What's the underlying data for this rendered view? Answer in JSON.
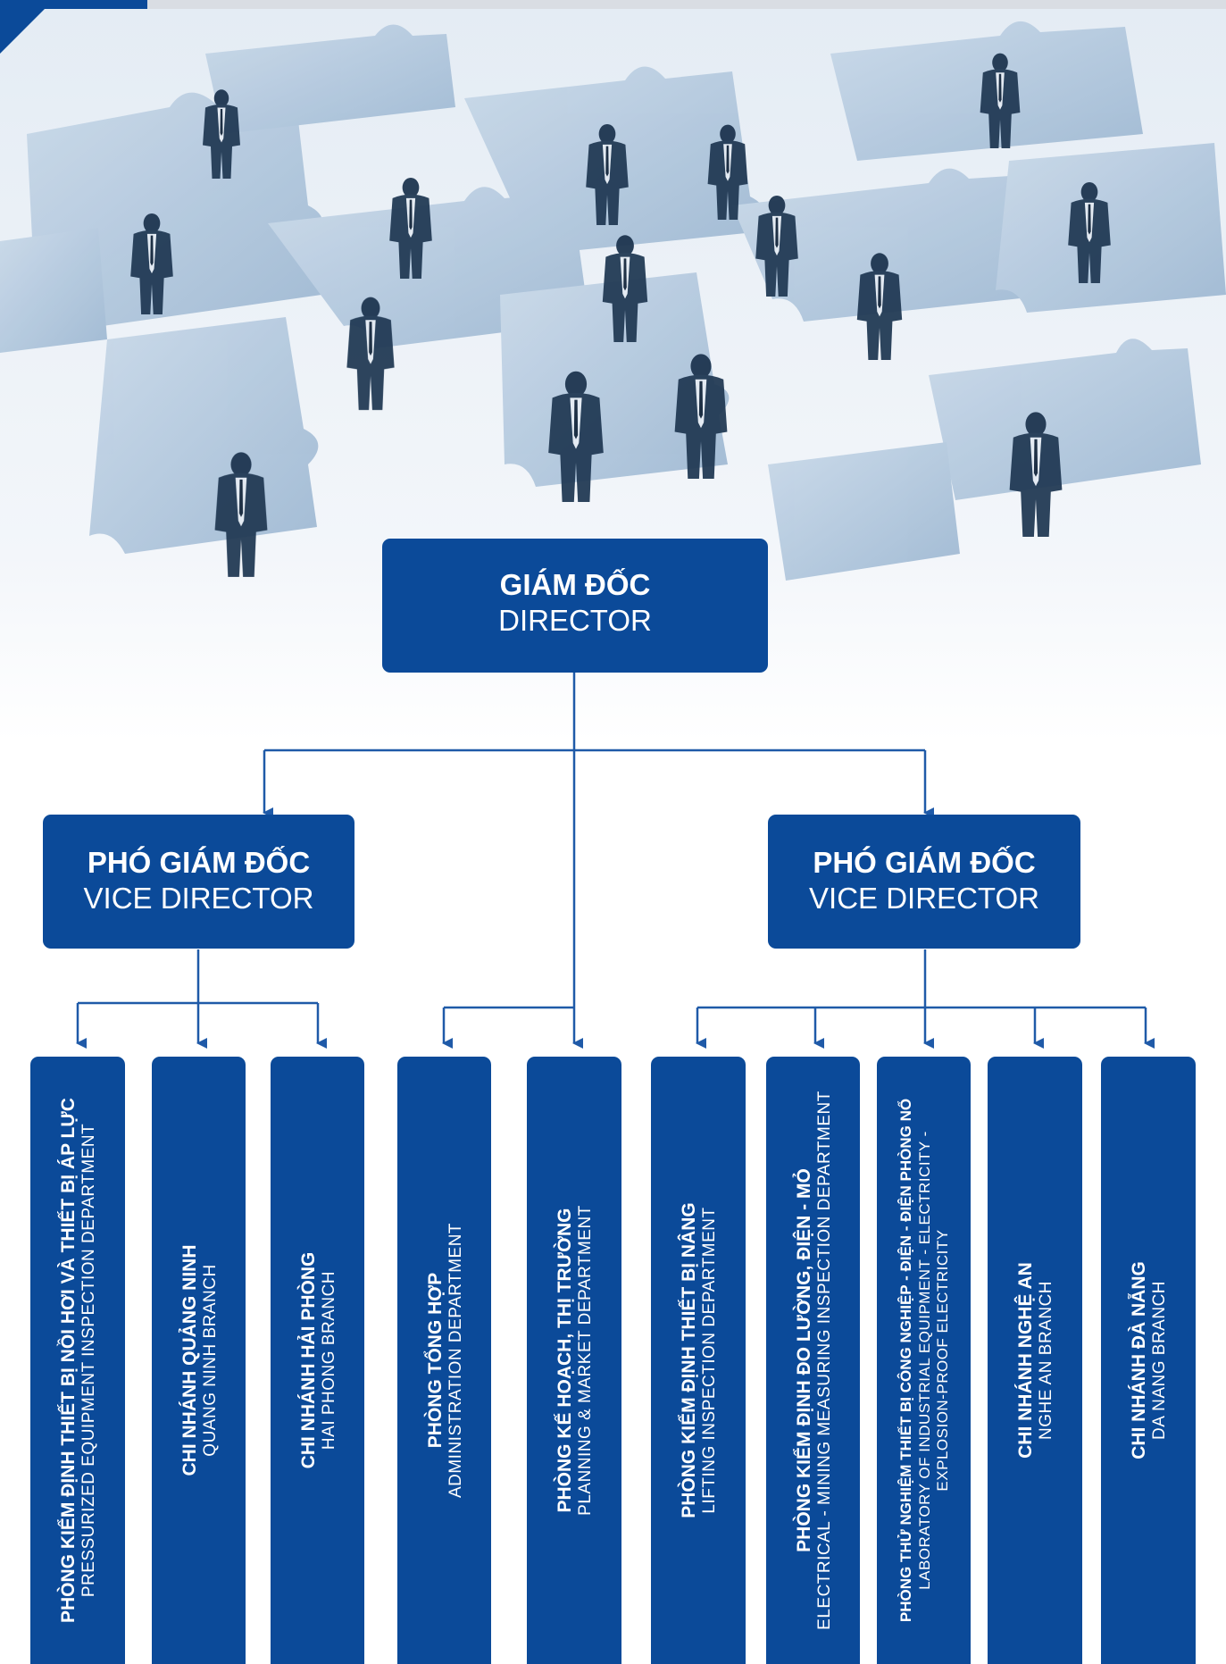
{
  "director": {
    "vi": "GIÁM ĐỐC",
    "en": "DIRECTOR"
  },
  "vice_left": {
    "vi": "PHÓ GIÁM ĐỐC",
    "en": "VICE DIRECTOR"
  },
  "vice_right": {
    "vi": "PHÓ GIÁM ĐỐC",
    "en": "VICE DIRECTOR"
  },
  "departments": [
    {
      "vi": "PHÒNG KIỂM ĐỊNH THIẾT BỊ NỒI HƠI VÀ THIẾT BỊ ÁP LỰC",
      "en": "PRESSURIZED EQUIPMENT INSPECTION DEPARTMENT"
    },
    {
      "vi": "CHI NHÁNH QUẢNG NINH",
      "en": "QUANG NINH BRANCH"
    },
    {
      "vi": "CHI NHÁNH HẢI PHÒNG",
      "en": "HAI PHONG BRANCH"
    },
    {
      "vi": "PHÒNG TỔNG HỢP",
      "en": "ADMINISTRATION DEPARTMENT"
    },
    {
      "vi": "PHÒNG KẾ HOẠCH, THỊ TRƯỜNG",
      "en": "PLANNING & MARKET DEPARTMENT"
    },
    {
      "vi": "PHÒNG KIỂM ĐỊNH THIẾT BỊ NÂNG",
      "en": "LIFTING INSPECTION DEPARTMENT"
    },
    {
      "vi": "PHÒNG KIỂM ĐỊNH ĐO LƯỜNG, ĐIỆN - MỎ",
      "en": "ELECTRICAL - MINING MEASURING INSPECTION DEPARTMENT"
    },
    {
      "vi": "PHÒNG THỬ NGHIỆM THIẾT BỊ CÔNG NGHIỆP - ĐIỆN - ĐIỆN PHÒNG NỔ",
      "en": "LABORATORY OF INDUSTRIAL EQUIPMENT - ELECTRICITY - EXPLOSION-PROOF ELECTRICITY"
    },
    {
      "vi": "CHI NHÁNH NGHỆ AN",
      "en": "NGHE AN BRANCH"
    },
    {
      "vi": "CHI NHÁNH ĐÀ NẴNG",
      "en": "DA NANG BRANCH"
    }
  ],
  "colors": {
    "primary": "#0b4a99",
    "line": "#1f5aa8"
  }
}
